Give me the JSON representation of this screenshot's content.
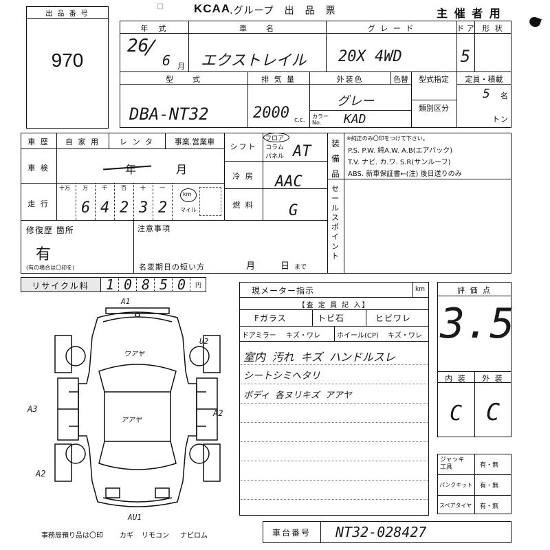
{
  "header": {
    "brand": "KCAA",
    "title": ".グループ　出　品　票",
    "organizer": "主 催 者 用"
  },
  "lot": {
    "label": "出 品 番 号",
    "number": "970"
  },
  "vehicle": {
    "year_label": "年　式",
    "year": "26",
    "month": "6",
    "month_unit": "月",
    "name_label": "車　　名",
    "name": "エクストレイル",
    "grade_label": "グ レ ー ド",
    "grade": "20X 4WD",
    "doors_label": "ド ア",
    "doors": "5",
    "shape_label": "形 状",
    "model_label": "型　　式",
    "model": "DBA-NT32",
    "displacement_label": "排 気 量",
    "displacement": "2000",
    "displacement_unit": "c.c.",
    "exterior_label": "外装色",
    "exterior_color": "グレー",
    "color_change_label": "色替",
    "color_no_label": "カラー No.",
    "color_no": "KAD",
    "type_designation_label": "型式指定",
    "category_label": "類別区分",
    "capacity_label": "定員・積載",
    "capacity": "5",
    "capacity_unit": "名",
    "ton_unit": "トン"
  },
  "history": {
    "label": "車 歴",
    "options": [
      "自 家 用",
      "レ ン タ",
      "事業.営業車"
    ],
    "shaken_label": "車 検",
    "shaken_year": "年",
    "shaken_month": "月",
    "mileage_label": "走 行",
    "digit_labels": [
      "十万",
      "万",
      "千",
      "百",
      "十",
      "一"
    ],
    "mileage_digits": [
      "6",
      "4",
      "2",
      "3",
      "2"
    ],
    "km_label": "km",
    "mile_label": "マイル"
  },
  "shift": {
    "label": "シフト",
    "options": [
      "フロア",
      "コラム",
      "パネル"
    ],
    "value": "AT",
    "ac_label": "冷 房",
    "ac_value": "AAC",
    "fuel_label": "燃 料",
    "fuel_value": "G"
  },
  "equipment": {
    "label": "装備品",
    "note": "※純正のみ〇印をつけて下さい。",
    "line1": "P.S. P.W. 純A.W. A.B(エアバック)",
    "line2": "T.V. ナビ. カ.ワ. S.R(サンルーフ)",
    "line3": "ABS. 新車保証書←(注) 後日送りのみ"
  },
  "sales_point": "セールスポイント",
  "repair": {
    "label": "修復歴 箇所",
    "value": "有",
    "note": "(有の場合は〇印を)",
    "notice_label": "注意事項",
    "expiry_label": "名変期日の短い方",
    "month": "月",
    "day": "日",
    "suffix": "まで"
  },
  "recycle": {
    "label": "リサイクル料",
    "digits": [
      "1",
      "0",
      "8",
      "5",
      "0"
    ],
    "unit": "円"
  },
  "meter": {
    "label": "現メーター指示",
    "unit": "km"
  },
  "inspector": {
    "label": "【査 定 員 記 入】",
    "row1": [
      "Fガラス",
      "トビ石",
      "ヒビワレ"
    ],
    "row2": [
      "ドアミラー",
      "キズ・ワレ",
      "ホイール(CP)",
      "キズ・ワレ"
    ],
    "notes": [
      "室内 汚れ キズ ハンドルスレ",
      "シートシミヘタリ",
      "ボディ 各ヌリキズ アアヤ"
    ]
  },
  "evaluation": {
    "label": "評 価 点",
    "score": "3.5",
    "interior_label": "内 装",
    "exterior_label": "外 装",
    "interior": "C",
    "exterior": "C"
  },
  "tools": [
    {
      "label": "ジャッキ 工具",
      "value": "有・無"
    },
    {
      "label": "パンクキット",
      "value": "有・無"
    },
    {
      "label": "スペアタイヤ",
      "value": "有・無"
    }
  ],
  "chassis": {
    "label": "車台番号",
    "value": "NT32-028427"
  },
  "footer": {
    "office_note": "事務局預り品は〇印",
    "items": [
      "カギ",
      "リモコン",
      "ナビロム"
    ]
  },
  "diagram_marks": [
    "A1",
    "U2",
    "ワアヤ",
    "アアヤ",
    "A3",
    "A2",
    "A2",
    "AU1"
  ]
}
